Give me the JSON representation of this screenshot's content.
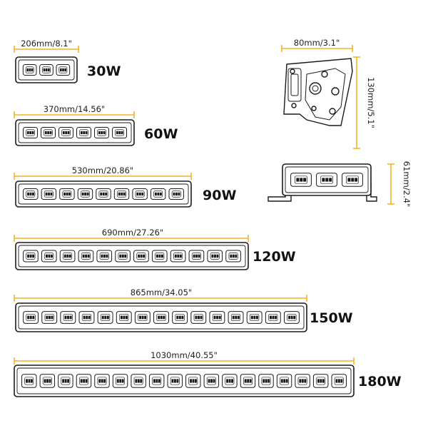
{
  "bars": [
    {
      "watt": "30W",
      "dim": "206mm/8.1\"",
      "leds": 3
    },
    {
      "watt": "60W",
      "dim": "370mm/14.56\"",
      "leds": 6
    },
    {
      "watt": "90W",
      "dim": "530mm/20.86\"",
      "leds": 9
    },
    {
      "watt": "120W",
      "dim": "690mm/27.26\"",
      "leds": 12
    },
    {
      "watt": "150W",
      "dim": "865mm/34.05\"",
      "leds": 15
    },
    {
      "watt": "180W",
      "dim": "1030mm/40.55\"",
      "leds": 18
    }
  ],
  "side_view": {
    "width_dim": "80mm/3.1\"",
    "height_dim": "130mm/5.1\""
  },
  "front_view": {
    "height_dim": "61mm/2.4\"",
    "leds": 3
  },
  "colors": {
    "dimension_line": "#f0b429",
    "outline": "#1a1a1a"
  }
}
